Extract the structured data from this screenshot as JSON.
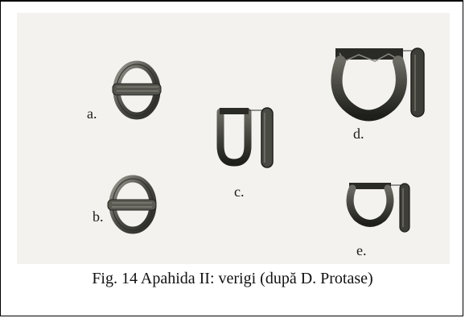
{
  "figure": {
    "labels": {
      "a": "a.",
      "b": "b.",
      "c": "c.",
      "d": "d.",
      "e": "e."
    },
    "caption": "Fig. 14  Apahida II: verigi (după D. Protase)"
  },
  "colors": {
    "ink": "#1a1a1a",
    "plate_bg": "#f3f2ee",
    "border": "#000000"
  }
}
